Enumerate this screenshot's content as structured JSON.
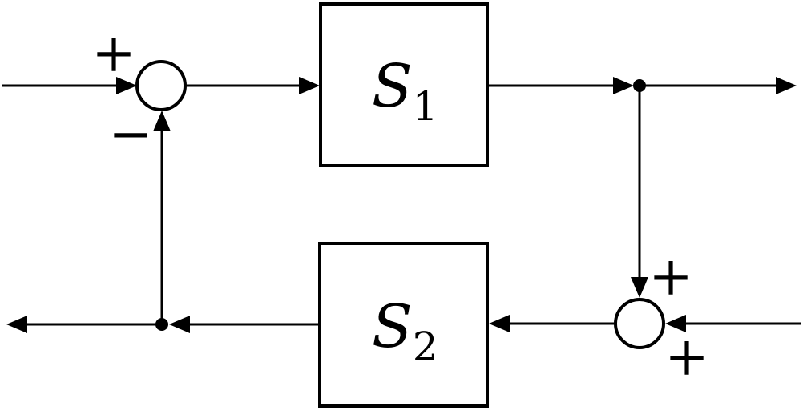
{
  "diagram": {
    "colors": {
      "line": "#000000",
      "background": "#ffffff"
    },
    "blocks": {
      "s1": {
        "letter": "S",
        "subscript": "1"
      },
      "s2": {
        "letter": "S",
        "subscript": "2"
      }
    },
    "junctions": {
      "sum1": {
        "top_left_sign": "+",
        "bottom_left_sign": "−"
      },
      "sum2": {
        "top_right_sign": "+",
        "bottom_right_sign": "+"
      }
    }
  }
}
